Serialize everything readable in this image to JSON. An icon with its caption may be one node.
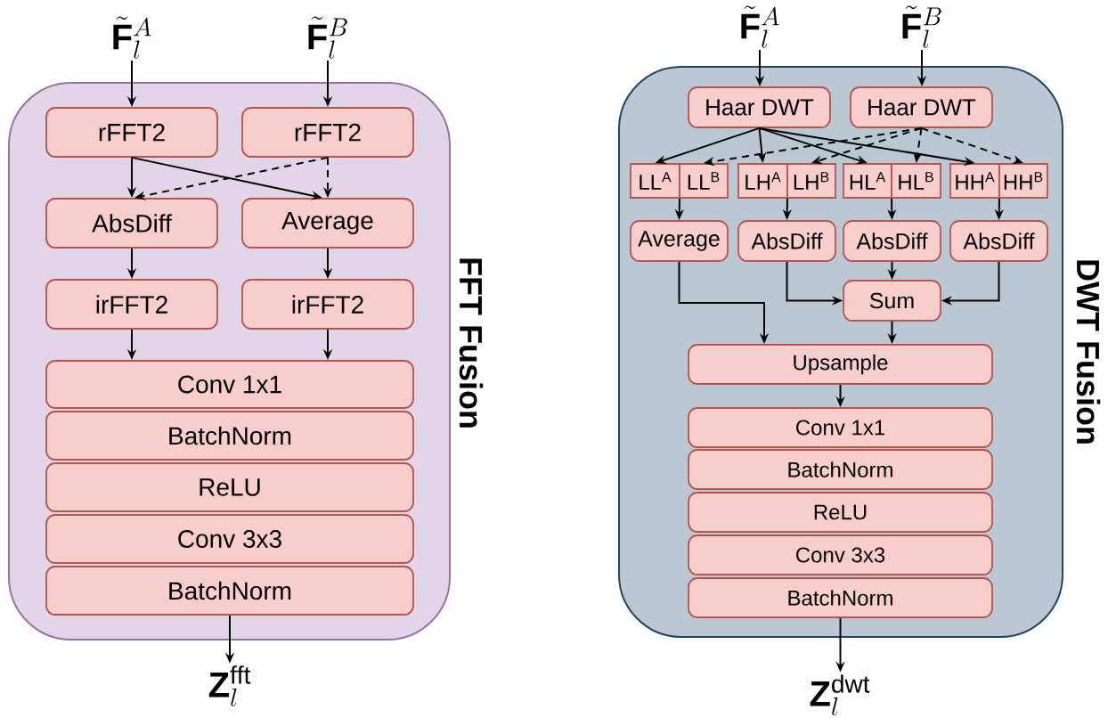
{
  "diagram": {
    "nodes": [
      {
        "text": [
          "FFT Fusion"
        ]
      },
      {
        "text": [
          "\\tilde{\\mathbf{F}}_l^{A}"
        ]
      },
      {
        "text": [
          "\\tilde{\\mathbf{F}}_l^{B}"
        ]
      },
      {
        "text": [
          "rFFT2"
        ],
        "in": 0
      },
      {
        "text": [
          "rFFT2"
        ],
        "in": 0
      },
      {
        "text": [
          "AbsDiff"
        ],
        "in": 0
      },
      {
        "text": [
          "Average"
        ],
        "in": 0
      },
      {
        "text": [
          "irFFT2"
        ],
        "in": 0
      },
      {
        "text": [
          "irFFT2"
        ],
        "in": 0
      },
      {
        "text": [
          "Conv 1x1"
        ],
        "in": 0
      },
      {
        "text": [
          "BatchNorm"
        ],
        "in": 0
      },
      {
        "text": [
          "ReLU"
        ],
        "in": 0
      },
      {
        "text": [
          "Conv 3x3"
        ],
        "in": 0
      },
      {
        "text": [
          "BatchNorm"
        ],
        "in": 0
      },
      {
        "text": [
          "\\mathbf{Z}_l^{\\mathrm{fft}}"
        ]
      },
      {
        "text": [
          "DWT Fusion"
        ]
      },
      {
        "text": [
          "\\tilde{\\mathbf{F}}_l^{A}"
        ]
      },
      {
        "text": [
          "\\tilde{\\mathbf{F}}_l^{B}"
        ]
      },
      {
        "text": [
          "Haar DWT"
        ],
        "in": 15
      },
      {
        "text": [
          "Haar DWT"
        ],
        "in": 15
      },
      {
        "text": [
          "LL$^{A}$"
        ],
        "in": 15
      },
      {
        "text": [
          "LL$^{B}$"
        ],
        "in": 15
      },
      {
        "text": [
          "LH$^{A}$"
        ],
        "in": 15
      },
      {
        "text": [
          "LH$^{B}$"
        ],
        "in": 15
      },
      {
        "text": [
          "HL$^{A}$"
        ],
        "in": 15
      },
      {
        "text": [
          "HL$^{B}$"
        ],
        "in": 15
      },
      {
        "text": [
          "HH$^{A}$"
        ],
        "in": 15
      },
      {
        "text": [
          "HH$^{B}$"
        ],
        "in": 15
      },
      {
        "text": [
          "Average"
        ],
        "in": 15
      },
      {
        "text": [
          "AbsDiff"
        ],
        "in": 15
      },
      {
        "text": [
          "AbsDiff"
        ],
        "in": 15
      },
      {
        "text": [
          "AbsDiff"
        ],
        "in": 15
      },
      {
        "text": [
          "Sum"
        ],
        "in": 15
      },
      {
        "text": [
          "Upsample"
        ],
        "in": 15
      },
      {
        "text": [
          "Conv 1x1"
        ],
        "in": 15
      },
      {
        "text": [
          "BatchNorm"
        ],
        "in": 15
      },
      {
        "text": [
          "ReLU"
        ],
        "in": 15
      },
      {
        "text": [
          "Conv 3x3"
        ],
        "in": 15
      },
      {
        "text": [
          "BatchNorm"
        ],
        "in": 15
      },
      {
        "text": [
          "\\mathbf{Z}_l^{\\mathrm{dwt}}"
        ]
      }
    ],
    "edges": [
      {
        "from": 1,
        "to": 3,
        "arrow": "to"
      },
      {
        "from": 2,
        "to": 4,
        "arrow": "to"
      },
      {
        "from": 3,
        "to": 5,
        "arrow": "to"
      },
      {
        "from": 3,
        "to": 6,
        "arrow": "to"
      },
      {
        "from": 4,
        "to": 5,
        "arrow": "to",
        "style": "dashed"
      },
      {
        "from": 4,
        "to": 6,
        "arrow": "to",
        "style": "dashed"
      },
      {
        "from": 5,
        "to": 7,
        "arrow": "to"
      },
      {
        "from": 6,
        "to": 8,
        "arrow": "to"
      },
      {
        "from": 7,
        "to": 9,
        "arrow": "to"
      },
      {
        "from": 8,
        "to": 9,
        "arrow": "to"
      },
      {
        "from": 13,
        "to": 14,
        "arrow": "to"
      },
      {
        "from": 16,
        "to": 18,
        "arrow": "to"
      },
      {
        "from": 17,
        "to": 19,
        "arrow": "to"
      },
      {
        "from": 18,
        "to": 20,
        "arrow": "to"
      },
      {
        "from": 18,
        "to": 22,
        "arrow": "to"
      },
      {
        "from": 18,
        "to": 24,
        "arrow": "to"
      },
      {
        "from": 18,
        "to": 26,
        "arrow": "to"
      },
      {
        "from": 19,
        "to": 21,
        "arrow": "to",
        "style": "dashed"
      },
      {
        "from": 19,
        "to": 23,
        "arrow": "to",
        "style": "dashed"
      },
      {
        "from": 19,
        "to": 25,
        "arrow": "to",
        "style": "dashed"
      },
      {
        "from": 19,
        "to": 27,
        "arrow": "to",
        "style": "dashed"
      },
      {
        "from": 20,
        "to": 28,
        "arrow": "to"
      },
      {
        "from": 21,
        "to": 28,
        "arrow": "to"
      },
      {
        "from": 22,
        "to": 29,
        "arrow": "to"
      },
      {
        "from": 23,
        "to": 29,
        "arrow": "to"
      },
      {
        "from": 24,
        "to": 30,
        "arrow": "to"
      },
      {
        "from": 25,
        "to": 30,
        "arrow": "to"
      },
      {
        "from": 26,
        "to": 31,
        "arrow": "to"
      },
      {
        "from": 27,
        "to": 31,
        "arrow": "to"
      },
      {
        "from": 28,
        "to": 33,
        "arrow": "to"
      },
      {
        "from": 29,
        "to": 32,
        "arrow": "to"
      },
      {
        "from": 30,
        "to": 32,
        "arrow": "to"
      },
      {
        "from": 31,
        "to": 32,
        "arrow": "to"
      },
      {
        "from": 32,
        "to": 33,
        "arrow": "to"
      },
      {
        "from": 33,
        "to": 34,
        "arrow": "to"
      },
      {
        "from": 38,
        "to": 39,
        "arrow": "to"
      }
    ]
  }
}
